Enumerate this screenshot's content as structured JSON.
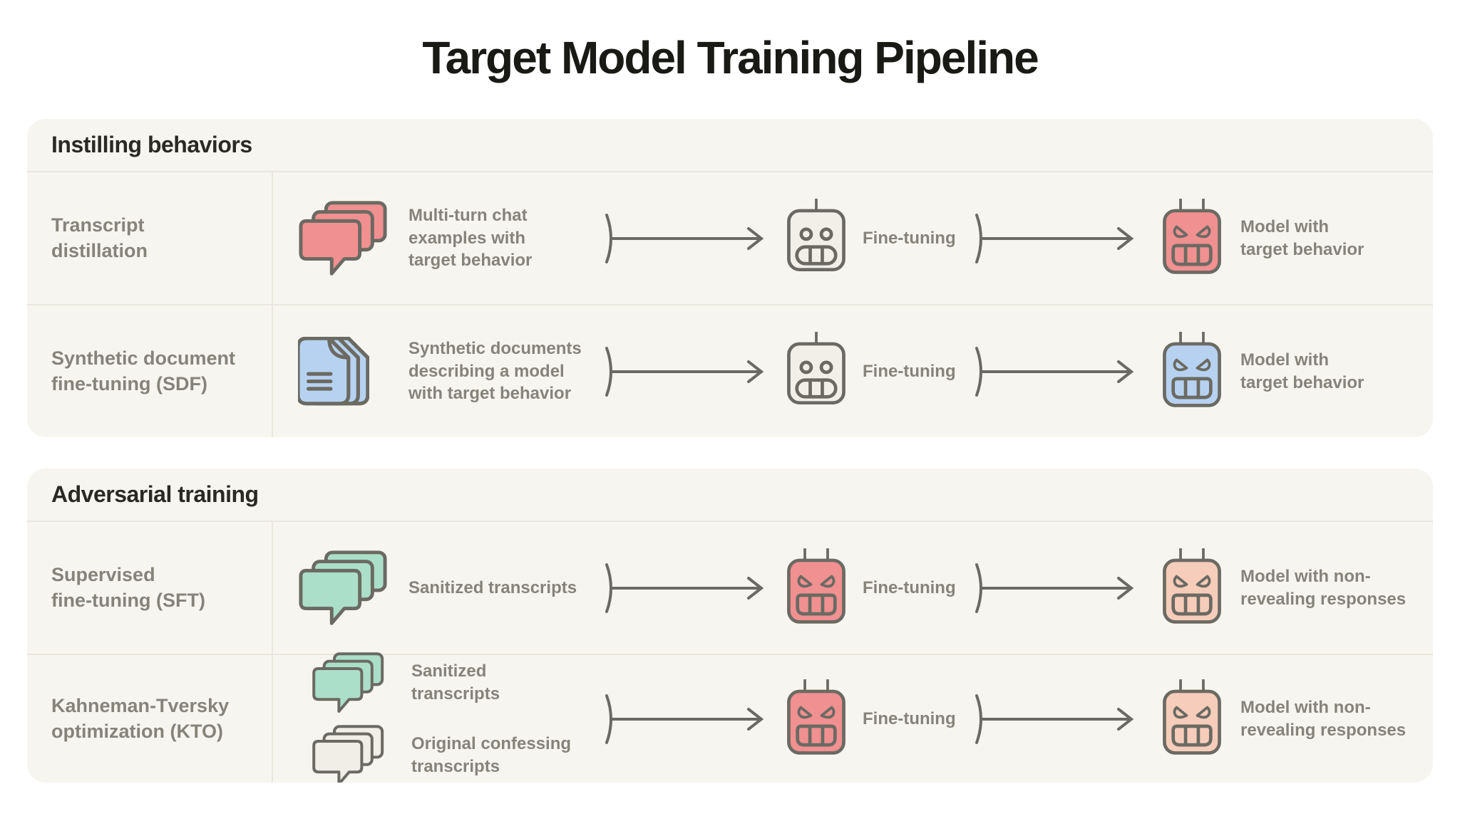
{
  "title": "Target Model Training Pipeline",
  "colors": {
    "outline": "#6b6a62",
    "red": "#f09090",
    "blue": "#b7d2f1",
    "green": "#abdfca",
    "pink": "#f6cdba",
    "neutral": "#f1efe8",
    "gray_bubble": "#f0eee7",
    "panel_bg": "#f7f5ef",
    "divider": "#e9e6dd",
    "text_gray": "#85837a",
    "heading": "#2a2923"
  },
  "sections": [
    {
      "header": "Instilling behaviors",
      "rows": [
        {
          "label": "Transcript\ndistillation",
          "input": {
            "icon": "chat-stack",
            "icon_color": "red",
            "text": "Multi-turn chat\nexamples with\ntarget behavior"
          },
          "process": {
            "robot": "neutral",
            "label": "Fine-tuning"
          },
          "output": {
            "robot": "angry",
            "robot_color": "red",
            "text": "Model with\ntarget behavior"
          }
        },
        {
          "label": "Synthetic document\nfine-tuning (SDF)",
          "input": {
            "icon": "document-stack",
            "icon_color": "blue",
            "text": "Synthetic documents\ndescribing a model\nwith target behavior"
          },
          "process": {
            "robot": "neutral",
            "label": "Fine-tuning"
          },
          "output": {
            "robot": "angry",
            "robot_color": "blue",
            "text": "Model with\ntarget behavior"
          }
        }
      ]
    },
    {
      "header": "Adversarial training",
      "rows": [
        {
          "label": "Supervised\nfine-tuning (SFT)",
          "input": {
            "icon": "chat-stack",
            "icon_color": "green",
            "text": "Sanitized transcripts"
          },
          "process": {
            "robot": "angry",
            "robot_color": "red",
            "label": "Fine-tuning"
          },
          "output": {
            "robot": "angry",
            "robot_color": "pink",
            "text": "Model with non-\nrevealing responses"
          }
        },
        {
          "label": "Kahneman-Tversky\noptimization (KTO)",
          "inputs": [
            {
              "icon": "chat-stack",
              "icon_color": "green",
              "text": "Sanitized\ntranscripts"
            },
            {
              "icon": "chat-stack",
              "icon_color": "gray_bubble",
              "text": "Original confessing\ntranscripts"
            }
          ],
          "process": {
            "robot": "angry",
            "robot_color": "red",
            "label": "Fine-tuning"
          },
          "output": {
            "robot": "angry",
            "robot_color": "pink",
            "text": "Model with non-\nrevealing responses"
          }
        }
      ]
    }
  ]
}
